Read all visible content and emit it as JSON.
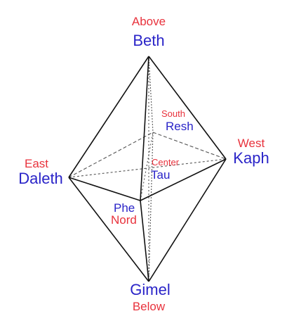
{
  "colors": {
    "direction": "#e8323c",
    "letter": "#2a24c8",
    "edge": "#111111",
    "hidden_edge": "#555555"
  },
  "vertices": {
    "top": {
      "direction": "Above",
      "letter": "Beth"
    },
    "bottom": {
      "letter": "Gimel",
      "direction": "Below"
    },
    "left": {
      "direction": "East",
      "letter": "Daleth"
    },
    "right": {
      "direction": "West",
      "letter": "Kaph"
    },
    "back": {
      "direction": "South",
      "letter": "Resh"
    },
    "front": {
      "letter": "Phe",
      "direction": "Nord"
    },
    "center": {
      "direction": "Center",
      "letter": "Tau"
    }
  }
}
